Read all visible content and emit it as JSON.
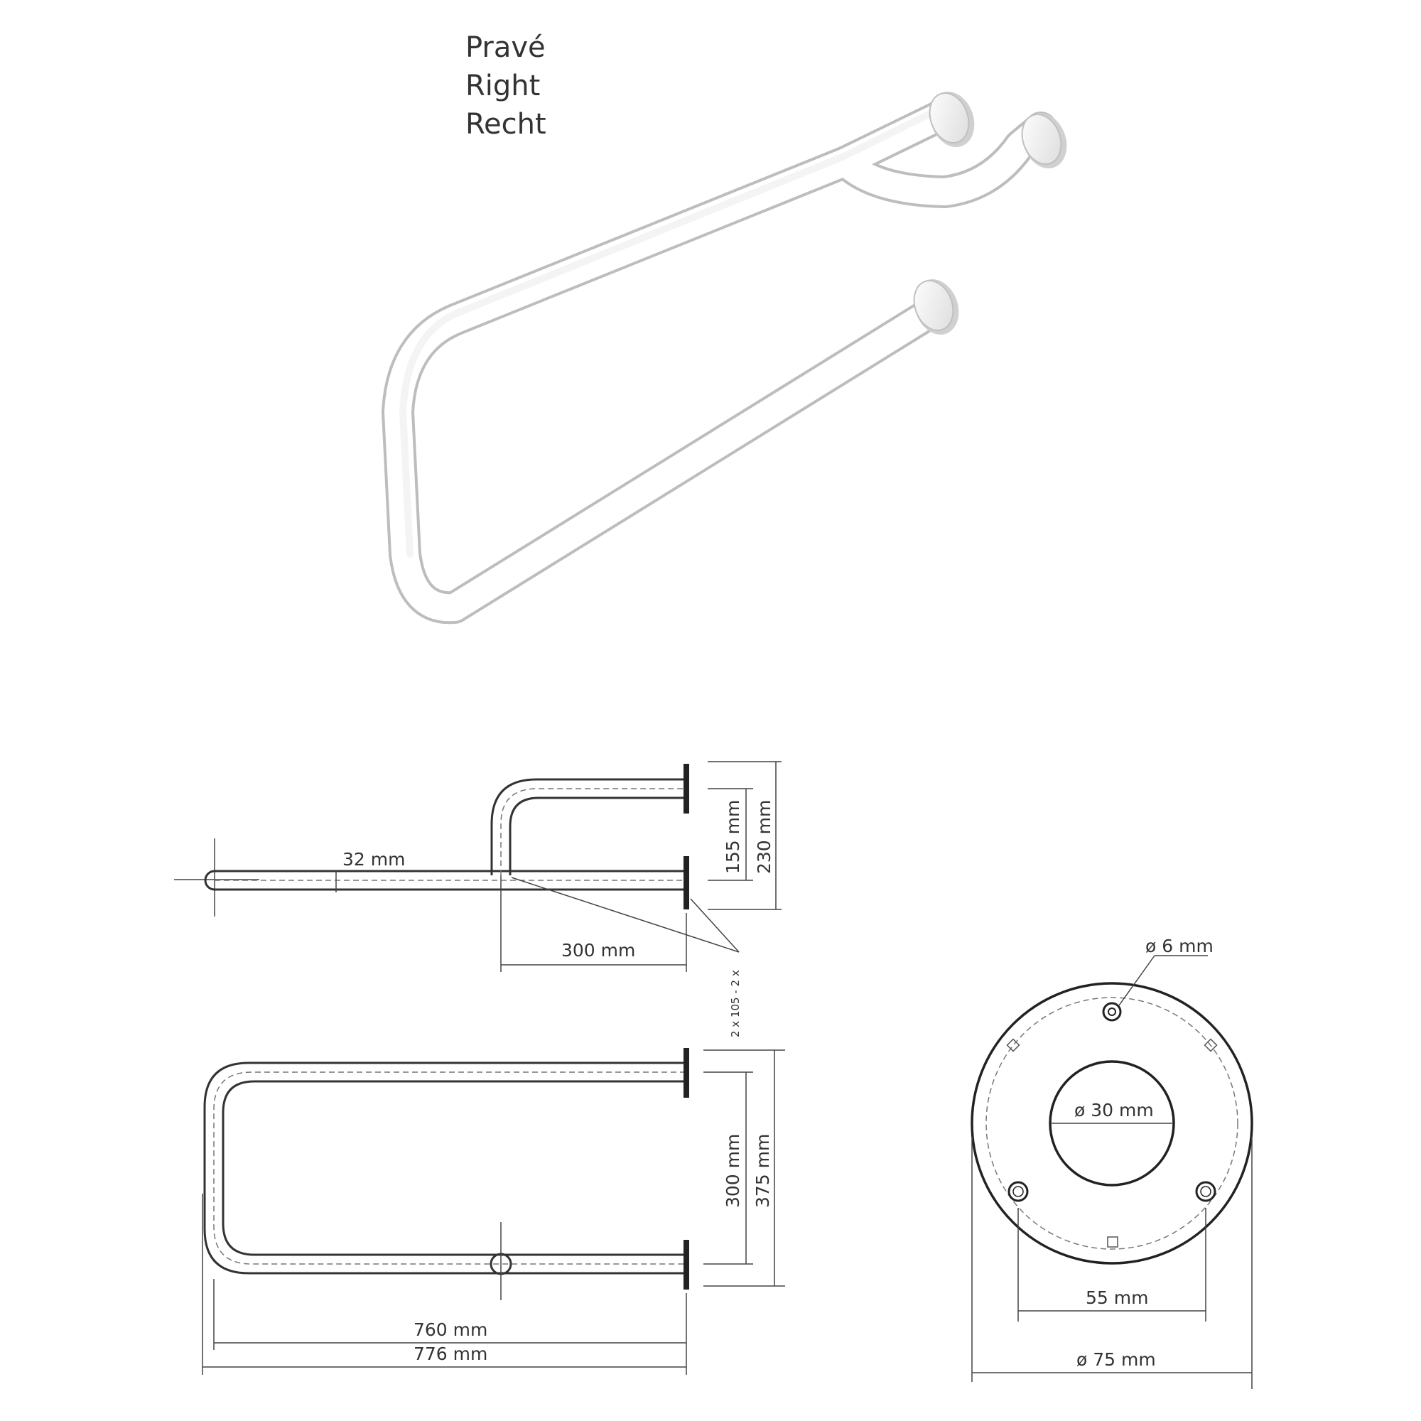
{
  "labels": {
    "cz": "Pravé",
    "en": "Right",
    "de": "Recht"
  },
  "dimensions": {
    "tube_diameter": "32 mm",
    "offset_300_top": "300 mm",
    "height_155": "155 mm",
    "height_230": "230 mm",
    "screw_note": "2 x 105 - 2 x",
    "width_300": "300 mm",
    "width_375": "375 mm",
    "length_760": "760 mm",
    "length_776": "776 mm",
    "hole_6": "ø 6 mm",
    "inner_30": "ø 30 mm",
    "spacing_55": "55 mm",
    "outer_75": "ø 75 mm"
  },
  "colors": {
    "line": "#333333",
    "product": "#ffffff",
    "product_shadow": "#c9c9c9"
  }
}
